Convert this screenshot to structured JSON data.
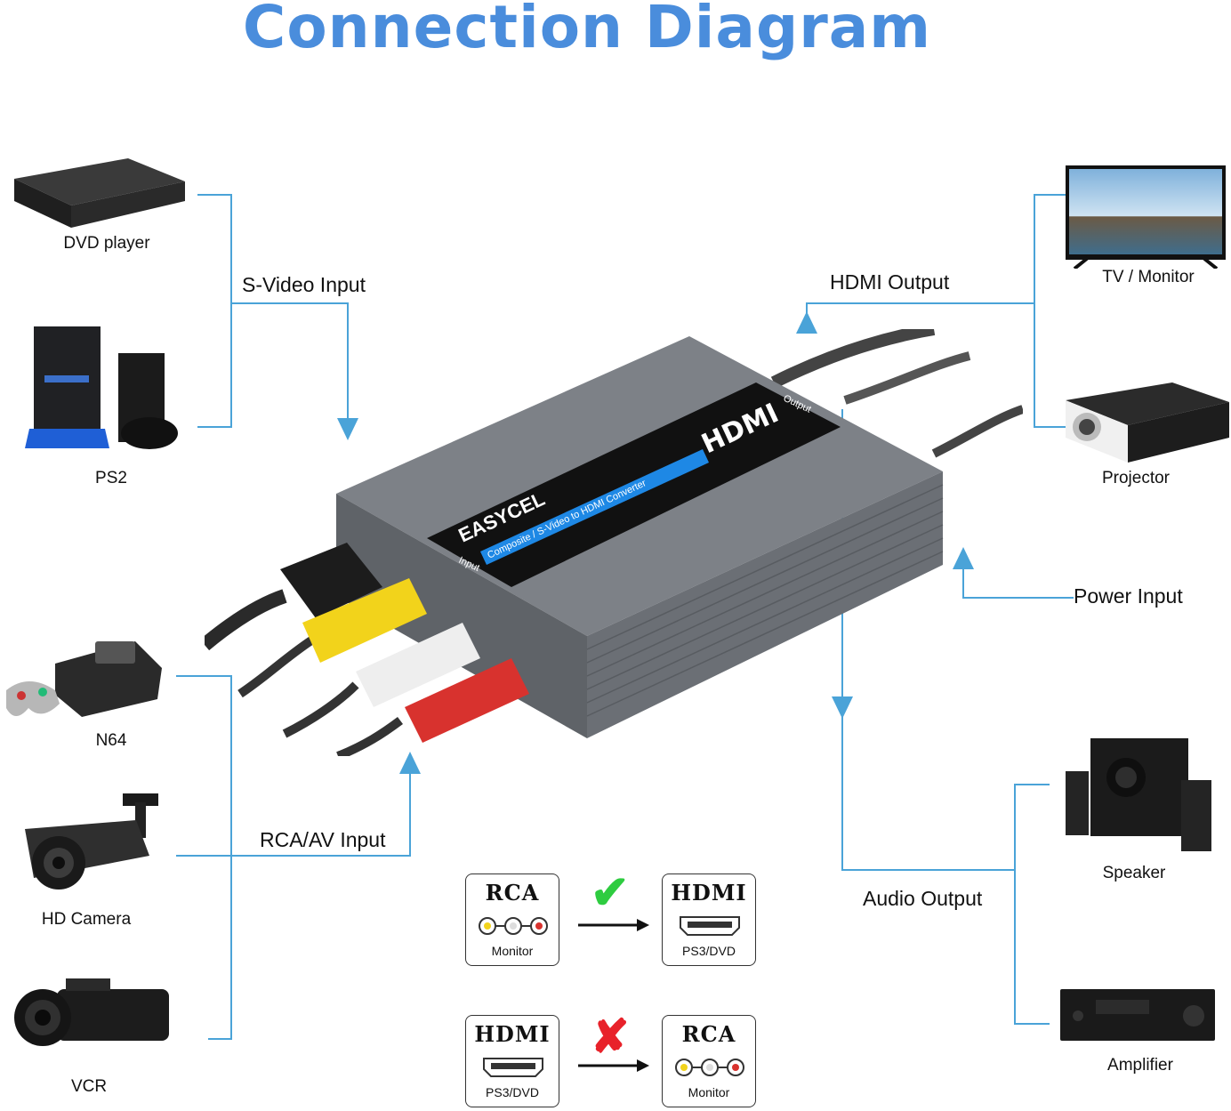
{
  "title": "Connection Diagram",
  "labels": {
    "svideo_input": "S-Video Input",
    "hdmi_output": "HDMI Output",
    "power_input": "Power Input",
    "rca_av_input": "RCA/AV Input",
    "audio_output": "Audio Output"
  },
  "devices": {
    "dvd_player": "DVD player",
    "ps2": "PS2",
    "n64": "N64",
    "hd_camera": "HD Camera",
    "vcr": "VCR",
    "tv_monitor": "TV / Monitor",
    "projector": "Projector",
    "speaker": "Speaker",
    "amplifier": "Amplifier"
  },
  "converter": {
    "brand": "EASYCEL",
    "subtitle": "Composite / S-Video to HDMI Converter",
    "logo": "HDMI",
    "output_label": "Output",
    "input_label": "Input"
  },
  "compat": {
    "supported": {
      "from_title": "RCA",
      "from_sub": "Monitor",
      "to_title": "HDMI",
      "to_sub": "PS3/DVD",
      "mark": "✔"
    },
    "unsupported": {
      "from_title": "HDMI",
      "from_sub": "PS3/DVD",
      "to_title": "RCA",
      "to_sub": "Monitor",
      "mark": "✘"
    }
  },
  "colors": {
    "title": "#4a8ddc",
    "connector_line": "#4aa3d8",
    "check": "#2ecc40",
    "cross": "#e8222a",
    "converter_body": "#6e7278",
    "converter_label": "#1a1a1a",
    "converter_stripe": "#1e88e5"
  }
}
